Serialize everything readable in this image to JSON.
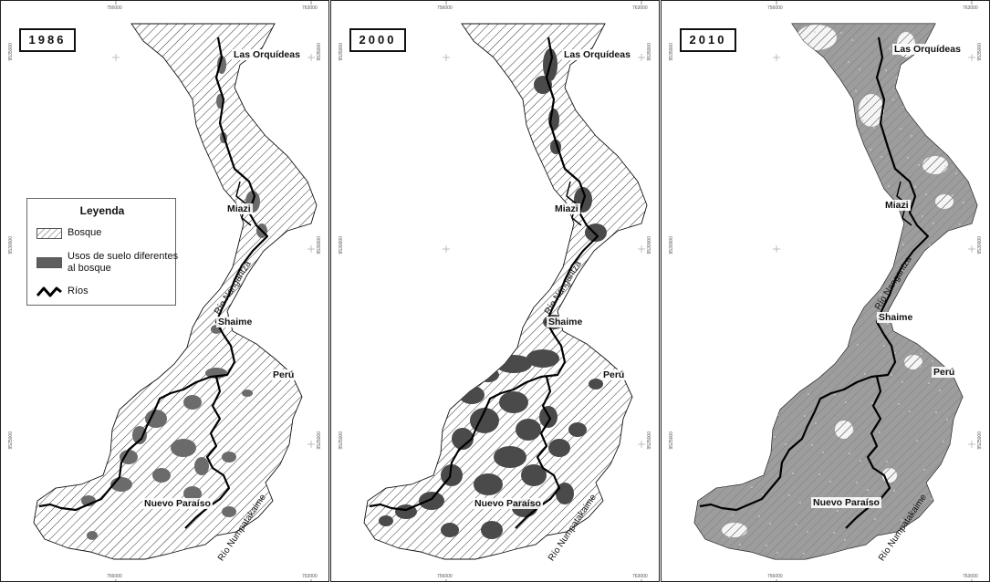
{
  "panels": [
    {
      "year": "1986",
      "landuse_level": "low"
    },
    {
      "year": "2000",
      "landuse_level": "medium"
    },
    {
      "year": "2010",
      "landuse_level": "high"
    }
  ],
  "coordinates": {
    "x_left": "756000",
    "x_right": "763000",
    "y_top": "9535000",
    "y_mid": "9530000",
    "y_bottom": "9525000"
  },
  "places": {
    "las_orquideas": "Las Orquídeas",
    "miazi": "Miazi",
    "shaime": "Shaime",
    "peru": "Perú",
    "nuevo_paraiso": "Nuevo Paraíso"
  },
  "rivers": {
    "nangaritza": "Río Nangaritza",
    "numpatakaime": "Río Numpatakaime"
  },
  "legend": {
    "title": "Leyenda",
    "bosque": "Bosque",
    "usos": "Usos de suelo diferentes al bosque",
    "rios": "Ríos"
  },
  "colors": {
    "landuse_1986": "#6b6b6b",
    "landuse_2000": "#4a4a4a",
    "landuse_2010": "#8c8c8c",
    "river": "#000000",
    "hatch": "#333333"
  }
}
